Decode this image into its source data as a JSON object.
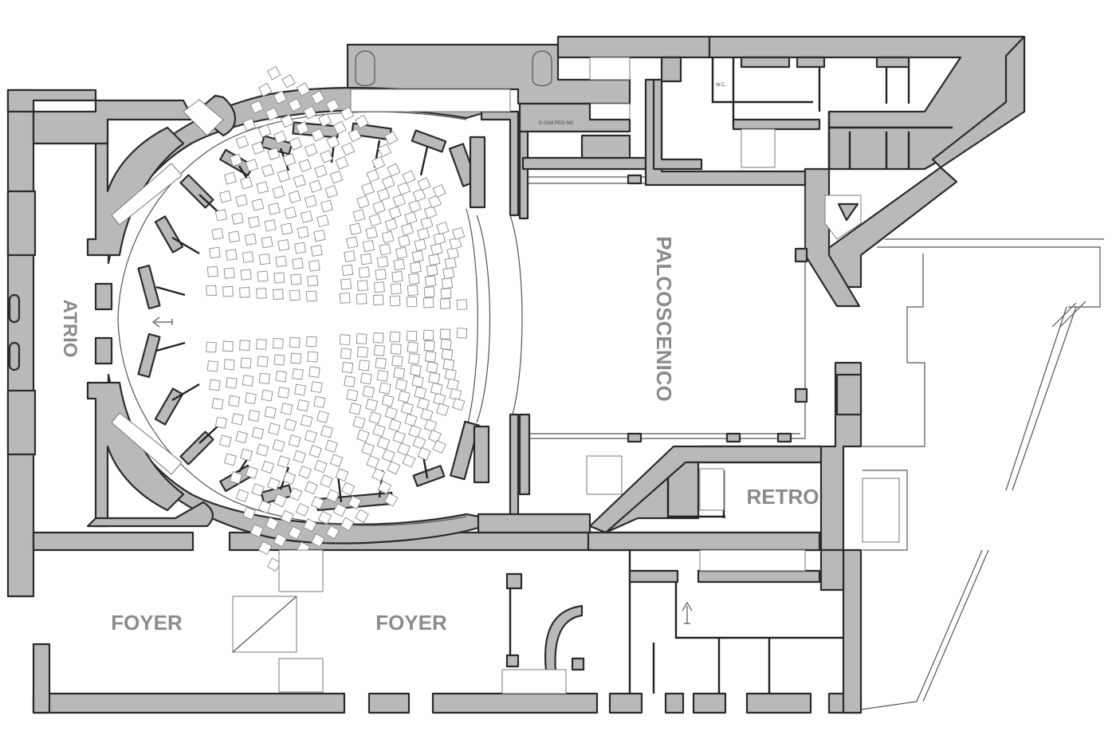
{
  "rooms": {
    "atrio": "ATRIO",
    "palcoscenico": "PALCOSCENICO",
    "retro": "RETRO",
    "foyer_left": "FOYER",
    "foyer_right": "FOYER",
    "wc": "W.C.",
    "disimpegno": "D ISIM PEG NO"
  },
  "colors": {
    "wall_fill": "#b9b9b9",
    "wall_stroke": "#2b2b2b",
    "label": "#8b8b8b"
  }
}
